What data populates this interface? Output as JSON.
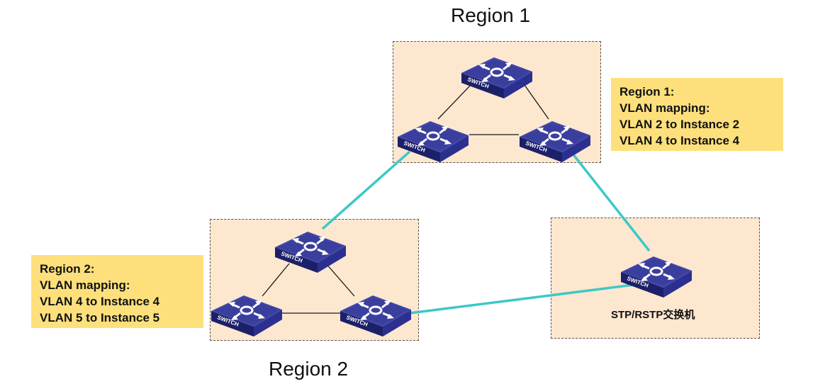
{
  "region1": {
    "title": "Region 1",
    "note": [
      "Region 1:",
      "VLAN mapping:",
      "VLAN 2 to Instance 2",
      "VLAN 4 to Instance 4"
    ]
  },
  "region2": {
    "title": "Region 2",
    "note": [
      "Region 2:",
      "VLAN mapping:",
      "VLAN 4 to Instance 4",
      "VLAN 5 to Instance 5"
    ]
  },
  "stp_switch": {
    "label": "STP/RSTP交换机"
  },
  "switch_text": "SWITCH",
  "colors": {
    "region_fill": "#fde7cf",
    "note_fill": "#fde07c",
    "switch_top": "#3a3f9e",
    "switch_side": "#23277a",
    "inter_link": "#3cc8c8",
    "intra_link": "#1a1a1a"
  }
}
